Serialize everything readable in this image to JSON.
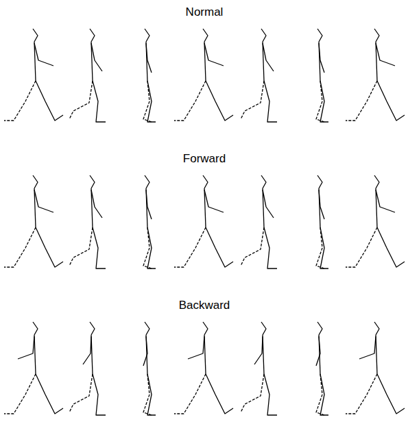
{
  "diagram": {
    "labels": [
      "Normal",
      "Forward",
      "Backward"
    ]
  }
}
